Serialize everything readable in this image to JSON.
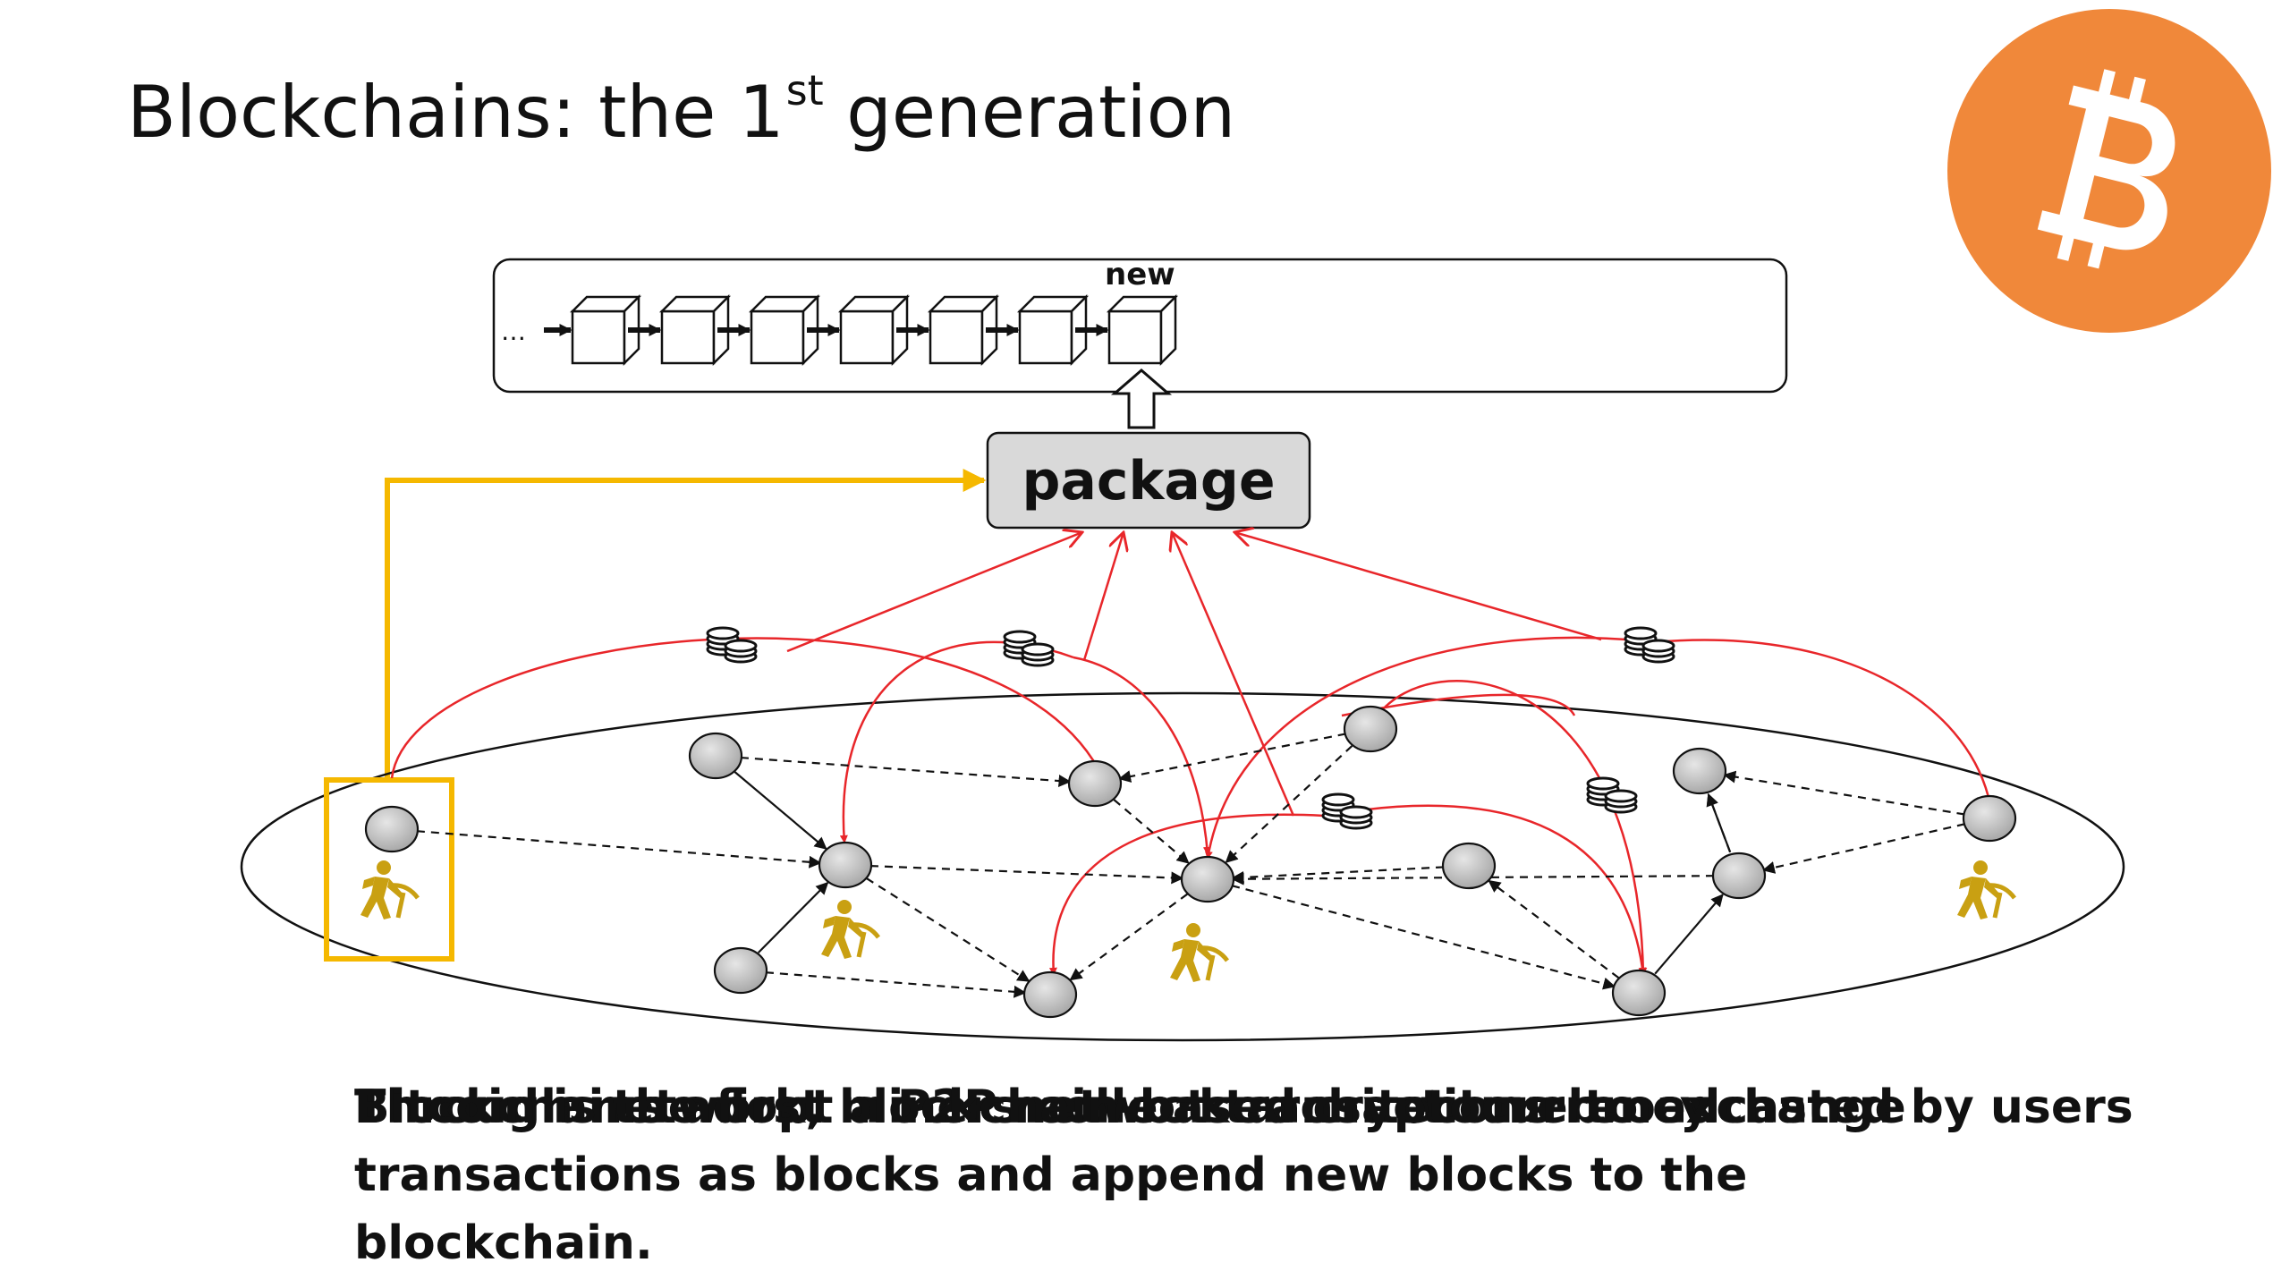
{
  "slide": {
    "title_main": "Blockchains: the 1",
    "title_sup": "st",
    "title_end": " generation"
  },
  "diagram": {
    "chain_ellipsis": "…",
    "new_label": "new",
    "package_label": "package",
    "block_count": 7
  },
  "caption": {
    "overlap_line_1": "Through network, miners collect transactions broadcasted by users",
    "overlap_line_2": "Blockchains adopt a P2P network architecture to exchange",
    "overlap_line_3": "Bitcoin is the first blockchain-based cryptocurrency",
    "line_2": "transactions as blocks and append new blocks to the blockchain."
  },
  "colors": {
    "bitcoin_orange": "#F0883A",
    "miner_gold": "#C9A012",
    "highlight_yellow": "#F5B800",
    "red_edge": "#E8262A",
    "package_fill": "#D9D9D9",
    "node_fill": "#C6C6C6"
  },
  "icons": {
    "logo": "bitcoin-logo-icon",
    "miner": "miner-icon",
    "coins": "coin-stack-icon"
  }
}
